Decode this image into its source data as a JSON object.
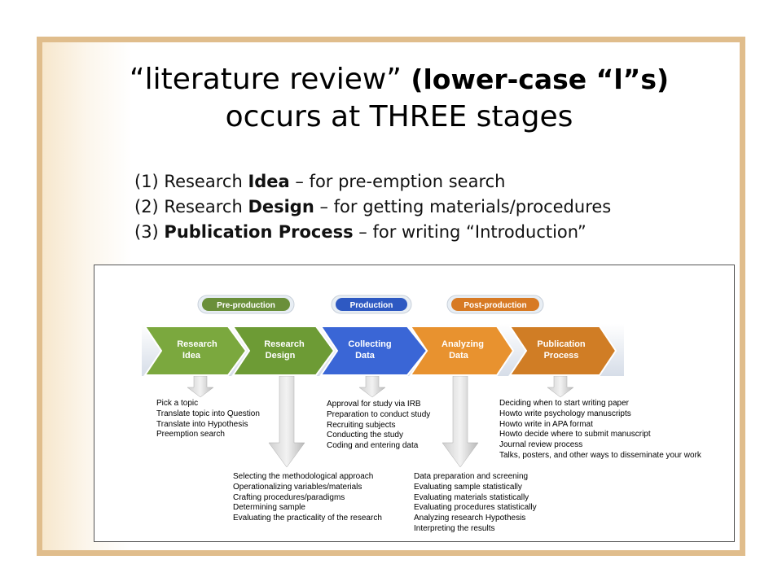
{
  "slide": {
    "title_part1": "“literature review”",
    "title_bold": "(lower-case “l”s)",
    "title_line2": "occurs at THREE stages",
    "bullets": [
      {
        "prefix": "(1) Research ",
        "bold": "Idea",
        "suffix": " – for pre-emption search"
      },
      {
        "prefix": "(2) Research ",
        "bold": "Design",
        "suffix": " – for getting materials/procedures"
      },
      {
        "prefix": "(3) ",
        "bold": "Publication Process",
        "suffix": " – for writing “Introduction”"
      }
    ]
  },
  "diagram": {
    "phases": [
      {
        "label": "Pre-production",
        "color": "#6a8f3a"
      },
      {
        "label": "Production",
        "color": "#2e59c2"
      },
      {
        "label": "Post-production",
        "color": "#d77a24"
      }
    ],
    "steps": [
      {
        "line1": "Research",
        "line2": "Idea",
        "color": "#7ba83e"
      },
      {
        "line1": "Research",
        "line2": "Design",
        "color": "#6d9b35"
      },
      {
        "line1": "Collecting",
        "line2": "Data",
        "color": "#3a66d6"
      },
      {
        "line1": "Analyzing",
        "line2": "Data",
        "color": "#e8922f"
      },
      {
        "line1": "Publication",
        "line2": "Process",
        "color": "#d07d25"
      }
    ],
    "details": {
      "idea": [
        "Pick a topic",
        "Translate topic into Question",
        "Translate into Hypothesis",
        "Preemption search"
      ],
      "design": [
        "Selecting the methodological approach",
        "Operationalizing variables/materials",
        "Crafting procedures/paradigms",
        "Determining sample",
        "Evaluating the practicality of the research"
      ],
      "collecting": [
        "Approval for study via IRB",
        "Preparation to conduct study",
        "Recruiting subjects",
        "Conducting the study",
        "Coding and entering data"
      ],
      "analyzing": [
        "Data preparation and screening",
        "Evaluating sample statistically",
        "Evaluating materials statistically",
        "Evaluating procedures statistically",
        "Analyzing research Hypothesis",
        "Interpreting the results"
      ],
      "publication": [
        "Deciding when to start writing paper",
        "Howto write psychology manuscripts",
        "Howto write in APA format",
        "Howto decide where to submit manuscript",
        "Journal review process",
        "Talks, posters, and other ways to disseminate your work"
      ]
    }
  }
}
